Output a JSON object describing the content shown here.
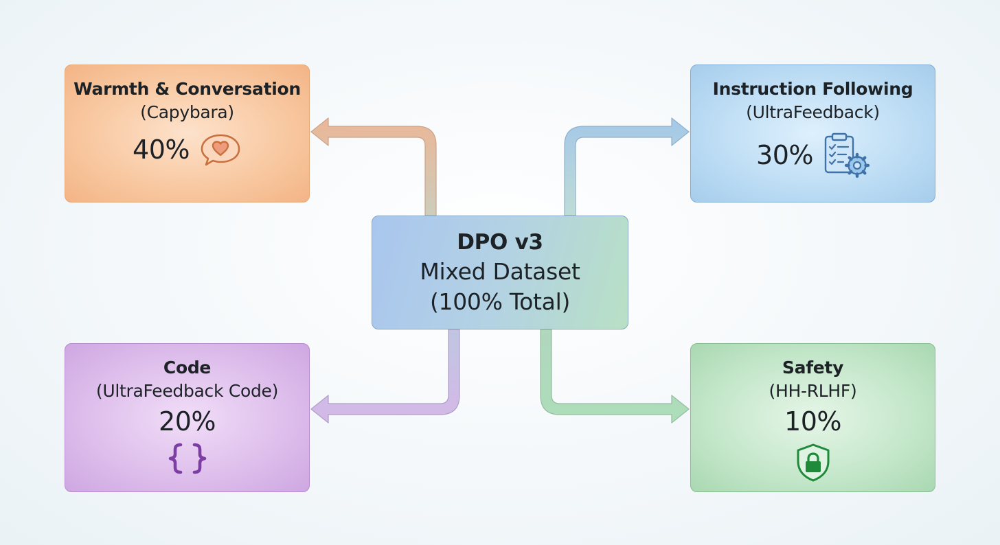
{
  "center": {
    "title": "DPO v3",
    "line2": "Mixed Dataset",
    "line3": "(100% Total)"
  },
  "categories": [
    {
      "id": "warmth",
      "title": "Warmth & Conversation",
      "source": "(Capybara)",
      "percent": "40%",
      "icon": "heart-speech-bubble-icon",
      "color": "#f3b486"
    },
    {
      "id": "instruction",
      "title": "Instruction Following",
      "source": "(UltraFeedback)",
      "percent": "30%",
      "icon": "clipboard-checklist-gear-icon",
      "color": "#a6cdec"
    },
    {
      "id": "code",
      "title": "Code",
      "source": "(UltraFeedback Code)",
      "percent": "20%",
      "icon": "curly-braces-icon",
      "color": "#cea7e2"
    },
    {
      "id": "safety",
      "title": "Safety",
      "source": "(HH-RLHF)",
      "percent": "10%",
      "icon": "shield-lock-icon",
      "color": "#a9d8b1"
    }
  ],
  "connector_colors": {
    "warmth": "#e8a47b",
    "instruction": "#86b2d8",
    "code": "#c29ddb",
    "safety": "#93caa0",
    "from_center": "#b9bfae"
  }
}
